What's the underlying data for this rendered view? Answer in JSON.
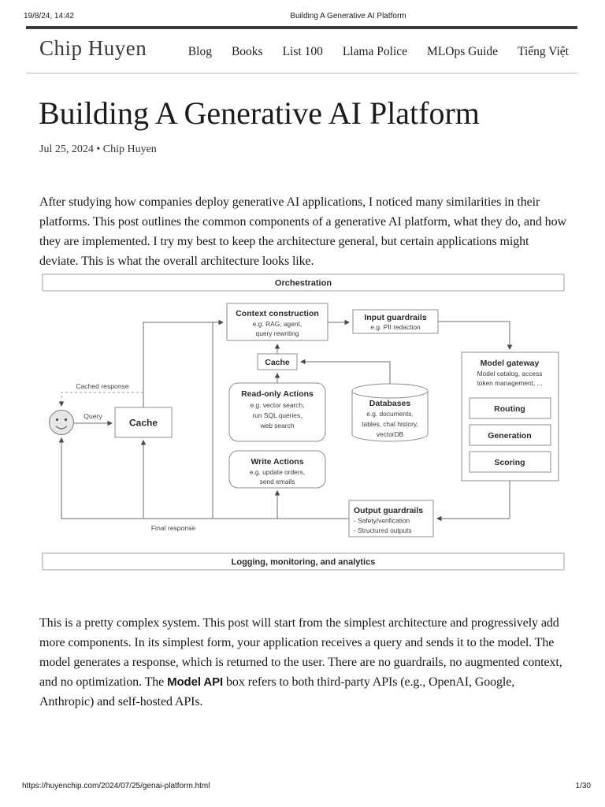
{
  "print_header": {
    "datetime": "19/8/24, 14:42",
    "doc_title": "Building A Generative AI Platform"
  },
  "print_footer": {
    "url": "https://huyenchip.com/2024/07/25/genai-platform.html",
    "page": "1/30"
  },
  "site_header": {
    "logo": "Chip Huyen",
    "nav": [
      "Blog",
      "Books",
      "List 100",
      "Llama Police",
      "MLOps Guide",
      "Tiếng Việt"
    ]
  },
  "article": {
    "title": "Building A Generative AI Platform",
    "meta": "Jul 25, 2024 • Chip Huyen",
    "intro": "After studying how companies deploy generative AI applications, I noticed many similarities in their platforms. This post outlines the common components of a generative AI platform, what they do, and how they are implemented. I try my best to keep the architecture general, but certain applications might deviate. This is what the overall architecture looks like.",
    "body_before": "This is a pretty complex system. This post will start from the simplest architecture and progressively add more components. In its simplest form, your application receives a query and sends it to the model. The model generates a response, which is returned to the user. There are no guardrails, no augmented context, and no optimization. The ",
    "body_bold": "Model API",
    "body_after": " box refers to both third-party APIs (e.g., OpenAI, Google, Anthropic) and self-hosted APIs."
  },
  "diagram": {
    "orchestration_label": "Orchestration",
    "logging_label": "Logging, monitoring, and analytics",
    "context_construction": {
      "title": "Context construction",
      "line1": "e.g. RAG, agent,",
      "line2": "query rewriting"
    },
    "input_guardrails": {
      "title": "Input guardrails",
      "line1": "e.g. PII redaction"
    },
    "cache_top": {
      "title": "Cache"
    },
    "read_only_actions": {
      "title": "Read-only Actions",
      "line1": "e.g. vector search,",
      "line2": "run SQL queries,",
      "line3": "web search"
    },
    "write_actions": {
      "title": "Write Actions",
      "line1": "e.g. update orders,",
      "line2": "send emails"
    },
    "databases": {
      "title": "Databases",
      "line1": "e.g. documents,",
      "line2": "tables, chat history,",
      "line3": "vectorDB"
    },
    "model_gateway": {
      "title": "Model gateway",
      "line1": "Model catalog, access",
      "line2": "token management, ...",
      "routing": "Routing",
      "generation": "Generation",
      "scoring": "Scoring"
    },
    "output_guardrails": {
      "title": "Output guardrails",
      "line1": "- Safety/verification",
      "line2": "- Structured outputs"
    },
    "cache_user": {
      "title": "Cache"
    },
    "labels": {
      "cached_response": "Cached response",
      "query": "Query",
      "final_response": "Final response"
    }
  }
}
